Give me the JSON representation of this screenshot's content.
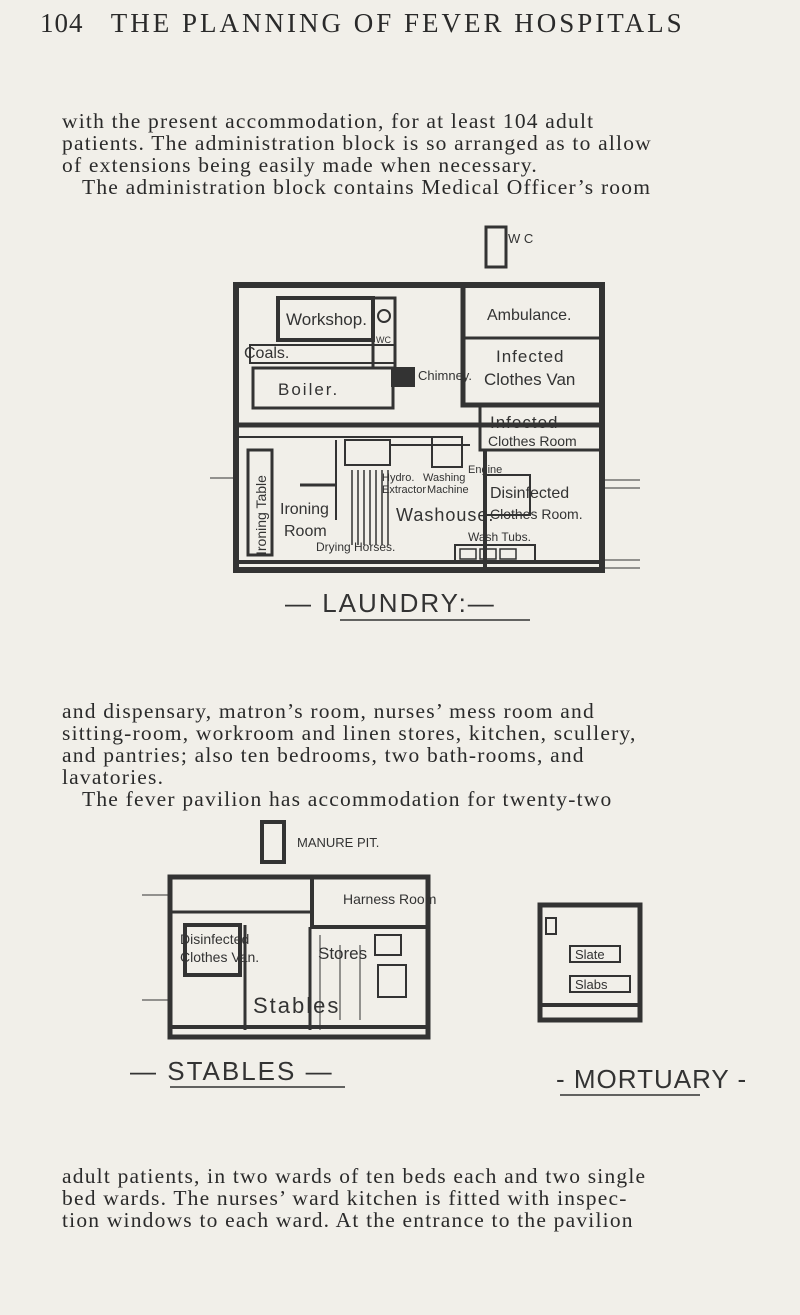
{
  "header": {
    "page_number": "104",
    "title": "THE PLANNING OF FEVER HOSPITALS"
  },
  "text_block_1": {
    "lines": [
      "with the present accommodation, for at least 104 adult",
      "patients. The administration block is so arranged as to allow",
      "of extensions being easily made when necessary.",
      "The administration block contains Medical Officer’s room"
    ]
  },
  "laundry_plan": {
    "labels": {
      "wc_top": "W C",
      "workshop": "Workshop.",
      "wc_small": "WC",
      "coals": "Coals.",
      "boiler": "Boiler.",
      "chimney": "Chimney.",
      "ambulance": "Ambulance.",
      "infected_clothes_van_1": "Infected",
      "infected_clothes_van_2": "Clothes Van",
      "infected_clothes_room_1": "Infected",
      "infected_clothes_room_2": "Clothes Room",
      "ironing_table": "Ironing Table",
      "hydro_1": "Hydro.",
      "hydro_2": "Extractor",
      "washing_machine_1": "Washing",
      "washing_machine_2": "Machine",
      "engine": "Engine",
      "ironing_room_1": "Ironing",
      "ironing_room_2": "Room",
      "washouse": "Washouse.",
      "disinfected_clothes_room_1": "Disinfected",
      "disinfected_clothes_room_2": "Clothes Room.",
      "wash_tubs": "Wash Tubs.",
      "drying_horses": "Drying Horses."
    },
    "caption": "— LAUNDRY:—"
  },
  "text_block_2": {
    "lines": [
      "and dispensary, matron’s room, nurses’ mess room and",
      "sitting-room, workroom and linen stores, kitchen, scullery,",
      "and pantries; also ten bedrooms, two bath-rooms, and",
      "lavatories.",
      "The fever pavilion has accommodation for twenty-two"
    ]
  },
  "stables_plan": {
    "labels": {
      "manure_pit": "MANURE PIT.",
      "harness_room": "Harness Room",
      "disinfected_1": "Disinfected",
      "disinfected_2": "Clothes Van.",
      "stores": "Stores",
      "stables": "Stables"
    },
    "caption": "— STABLES —"
  },
  "mortuary_plan": {
    "labels": {
      "slate": "Slate",
      "slabs": "Slabs"
    },
    "caption": "- MORTUARY -"
  },
  "text_block_3": {
    "lines": [
      "adult patients, in two wards of ten beds each and two single",
      "bed wards. The nurses’ ward kitchen is fitted with inspec-",
      "tion windows to each ward. At the entrance to the pavilion"
    ]
  }
}
